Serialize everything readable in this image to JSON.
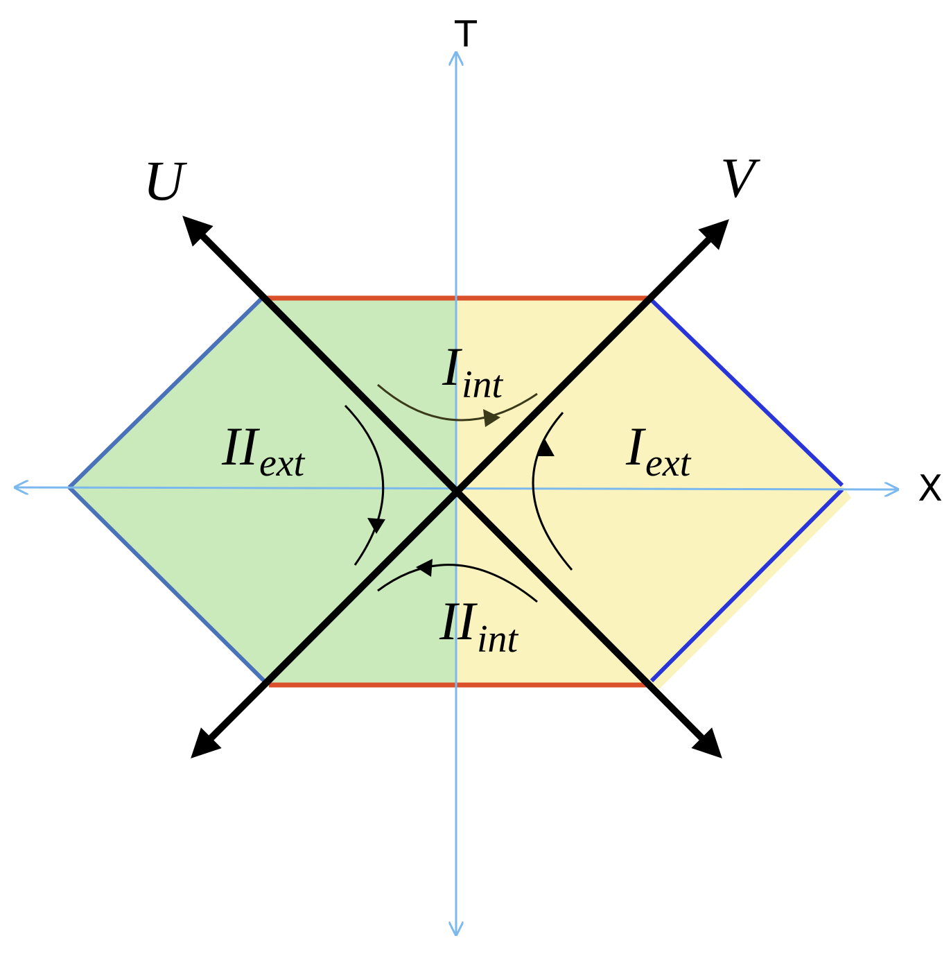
{
  "axes": {
    "time_label": "T",
    "space_label": "X",
    "null_u_label": "U",
    "null_v_label": "V"
  },
  "regions": {
    "right_exterior": {
      "main": "I",
      "sub": "ext"
    },
    "right_interior": {
      "main": "I",
      "sub": "int"
    },
    "left_exterior": {
      "main": "II",
      "sub": "ext"
    },
    "left_interior": {
      "main": "II",
      "sub": "int"
    }
  },
  "colors": {
    "left_fill": "#cbeabb",
    "right_fill": "#faf3bd",
    "top_bottom_boundary": "#d9502b",
    "left_side_boundary": "#4a72b8",
    "right_side_boundary": "#2a35d9",
    "coordinate_axes": "#7ab8ee",
    "null_axes": "#000000",
    "flow_arrow_top": "#3a3a1a"
  },
  "icons": {
    "arrowhead": "triangle-arrowhead",
    "flow": "curved-flow-arrow"
  }
}
